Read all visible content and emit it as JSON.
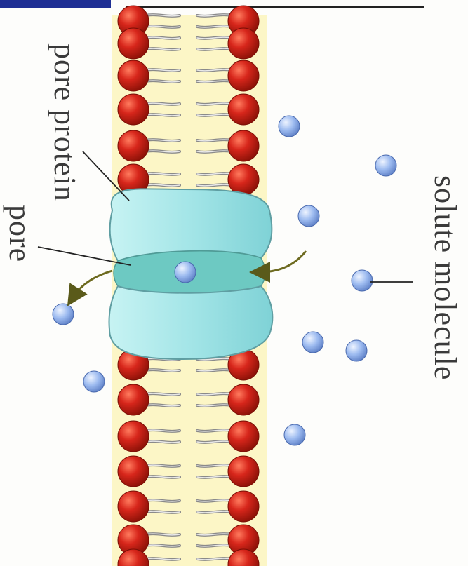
{
  "labels": {
    "pore_protein": "pore protein",
    "pore": "pore",
    "solute_molecule": "solute molecule"
  },
  "colors": {
    "head_red": "#d7261b",
    "head_dark": "#8e1208",
    "tail_grey": "#8a8a8a",
    "membrane_band": "#fbf3b4",
    "protein_cyan": "#a6e7e9",
    "channel_teal": "#6dc9c2",
    "solute_blue": "#8aaee6",
    "arrow_olive": "#6d6a1f",
    "top_bar_blue": "#1e2f94"
  }
}
